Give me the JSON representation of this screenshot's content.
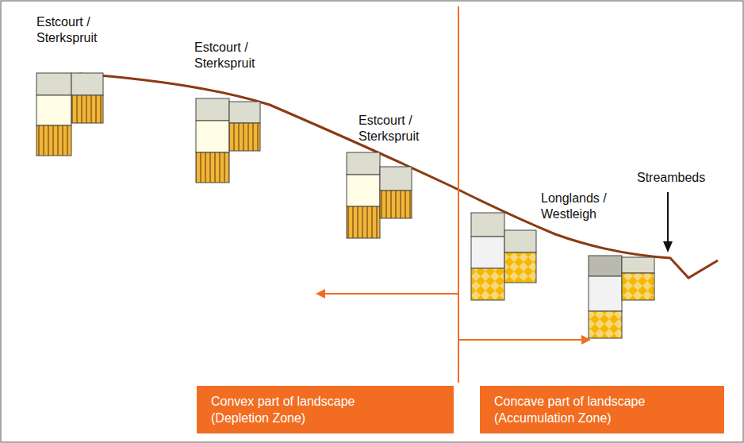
{
  "diagram": {
    "nodes": [
      {
        "text": [
          "Convex part of landscape (Depletion Zone)"
        ]
      },
      {
        "text": [
          "Concave part of landscape (Accumulation Zone)"
        ]
      }
    ],
    "labels": [
      "Estcourt / Sterkspruit",
      "Estcourt / Sterkspruit",
      "Estcourt / Sterkspruit",
      "Longlands / Westleigh",
      "Streambeds"
    ]
  }
}
